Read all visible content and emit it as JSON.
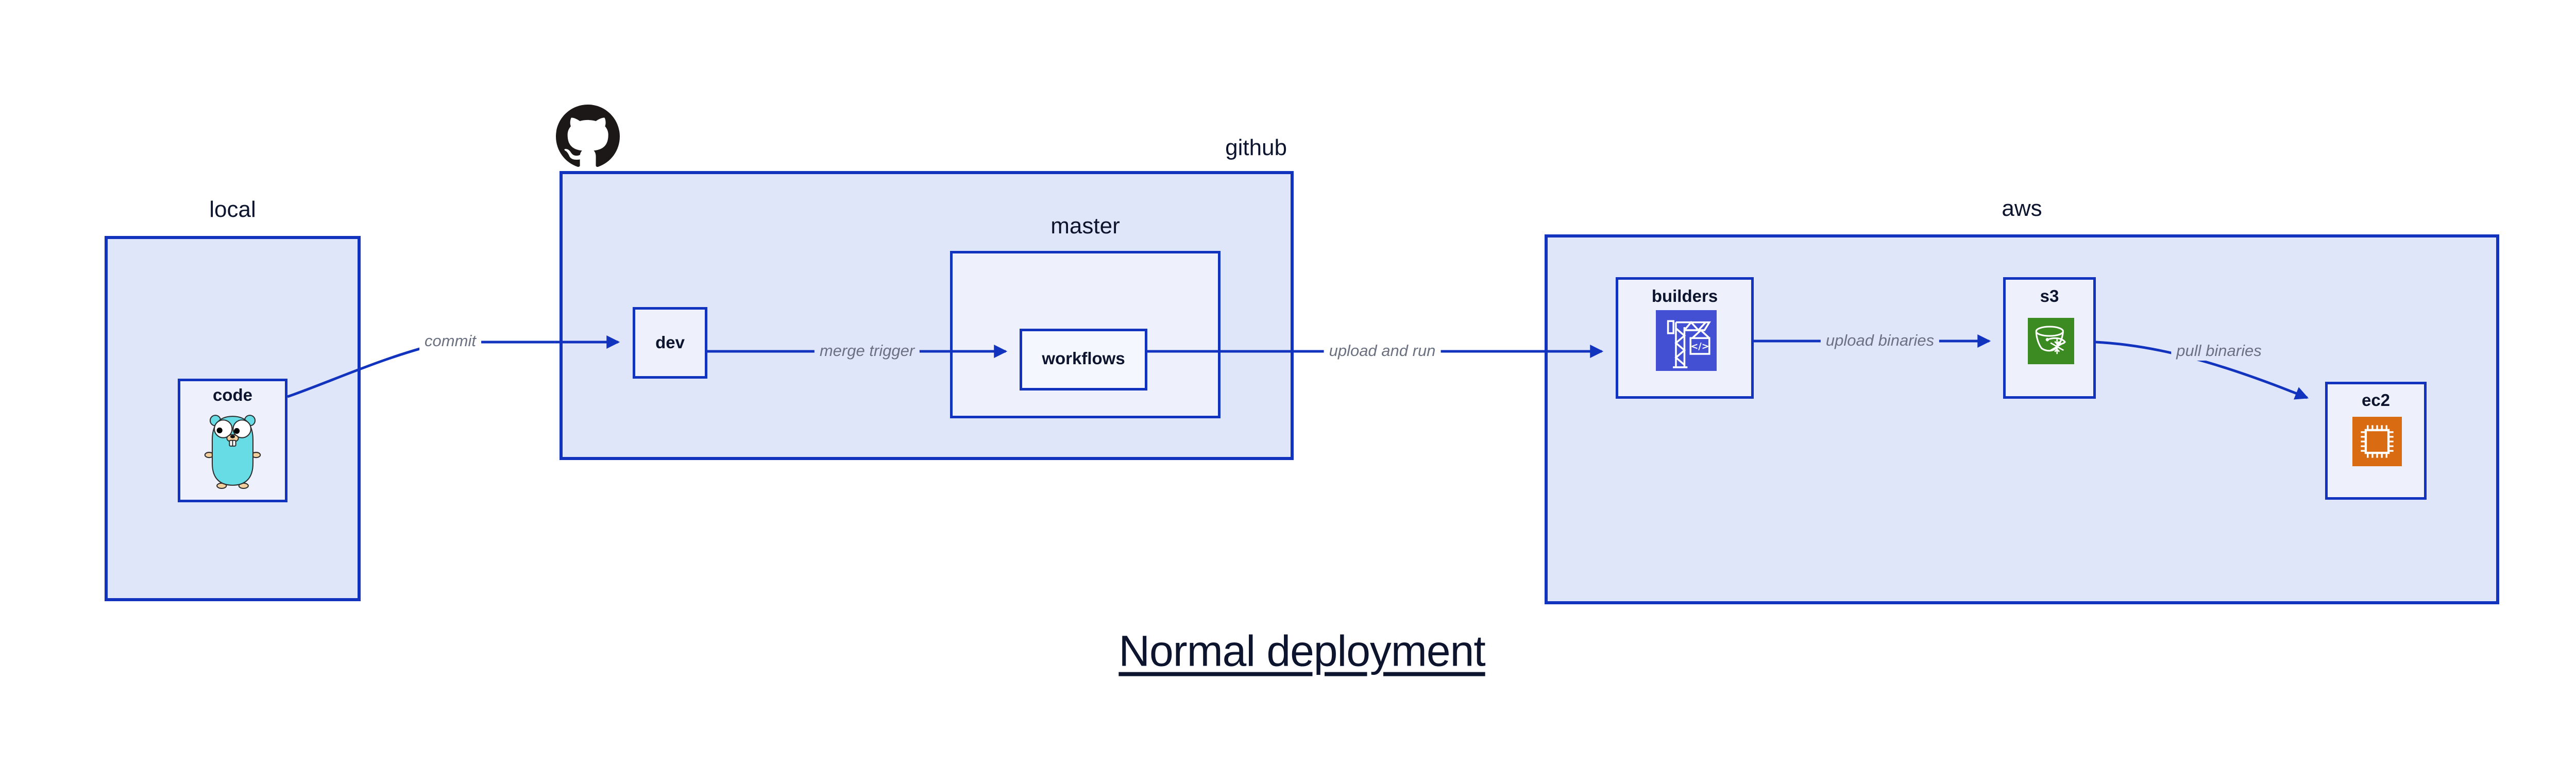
{
  "title": "Normal deployment",
  "containers": {
    "local": {
      "label": "local"
    },
    "github": {
      "label": "github"
    },
    "master": {
      "label": "master"
    },
    "aws": {
      "label": "aws"
    }
  },
  "nodes": {
    "code": {
      "label": "code"
    },
    "dev": {
      "label": "dev"
    },
    "workflows": {
      "label": "workflows"
    },
    "builders": {
      "label": "builders"
    },
    "s3": {
      "label": "s3"
    },
    "ec2": {
      "label": "ec2"
    }
  },
  "edges": [
    {
      "from": "code",
      "to": "dev",
      "label": "commit"
    },
    {
      "from": "dev",
      "to": "workflows",
      "label": "merge trigger"
    },
    {
      "from": "workflows",
      "to": "builders",
      "label": "upload and run"
    },
    {
      "from": "builders",
      "to": "s3",
      "label": "upload binaries"
    },
    {
      "from": "s3",
      "to": "ec2",
      "label": "pull binaries"
    }
  ],
  "icons": {
    "github_logo": "github-octocat-mark",
    "code": "go-gopher",
    "builders": "aws-codebuild-crane",
    "s3": "aws-s3-glacier-bucket-snowflake",
    "ec2": "aws-ec2-chip",
    "codebuild_glyph": "</>"
  },
  "colors": {
    "line_blue": "#1233bd",
    "container_fill": "#e0e6fa",
    "node_fill": "#eef1fc",
    "workflows_fill": "#f5f7fe",
    "label_dark": "#0c142e",
    "edge_label_gray": "#6b7180",
    "codebuild_indigo": "#4450d4",
    "glacier_green": "#3c8b22",
    "ec2_orange": "#d96c12",
    "gopher_teal": "#67dce5",
    "github_black": "#1b1817"
  }
}
